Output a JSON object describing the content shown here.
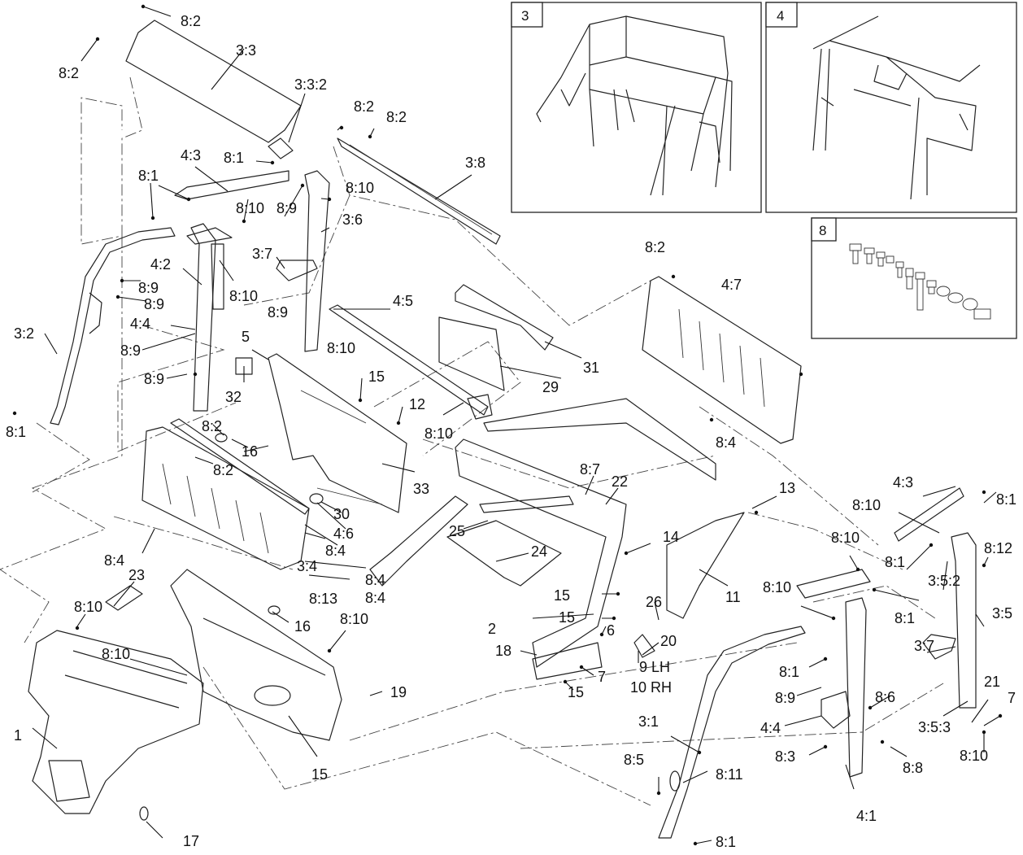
{
  "insets": [
    {
      "id": "3",
      "label": "3"
    },
    {
      "id": "4",
      "label": "4"
    },
    {
      "id": "8",
      "label": "8"
    }
  ],
  "callouts": [
    "8:2",
    "8:2",
    "3:3",
    "3:3:2",
    "8:2",
    "8:2",
    "3:8",
    "4:3",
    "8:1",
    "8:1",
    "8:10",
    "8:10",
    "8:9",
    "3:6",
    "3:7",
    "4:2",
    "8:10",
    "8:9",
    "8:9",
    "8:9",
    "3:2",
    "4:4",
    "8:9",
    "8:9",
    "5",
    "15",
    "12",
    "4:5",
    "8:10",
    "31",
    "29",
    "32",
    "8:2",
    "16",
    "8:2",
    "8:10",
    "33",
    "30",
    "4:6",
    "8:4",
    "8:4",
    "8:2",
    "4:7",
    "8:4",
    "8:1",
    "8:4",
    "3:4",
    "8:4",
    "8:13",
    "8:10",
    "23",
    "16",
    "8:10",
    "8:10",
    "1",
    "19",
    "15",
    "17",
    "25",
    "24",
    "8:7",
    "22",
    "13",
    "14",
    "15",
    "15",
    "11",
    "26",
    "2",
    "20",
    "6",
    "18",
    "9 LH",
    "10 RH",
    "7",
    "15",
    "4:3",
    "8:1",
    "8:10",
    "8:12",
    "8:10",
    "8:1",
    "3:5:2",
    "8:10",
    "8:1",
    "3:5",
    "3:7",
    "8:1",
    "8:9",
    "8:6",
    "4:4",
    "3:5:3",
    "21",
    "7",
    "8:3",
    "8:8",
    "8:10",
    "3:1",
    "8:5",
    "8:11",
    "4:1",
    "8:1"
  ]
}
